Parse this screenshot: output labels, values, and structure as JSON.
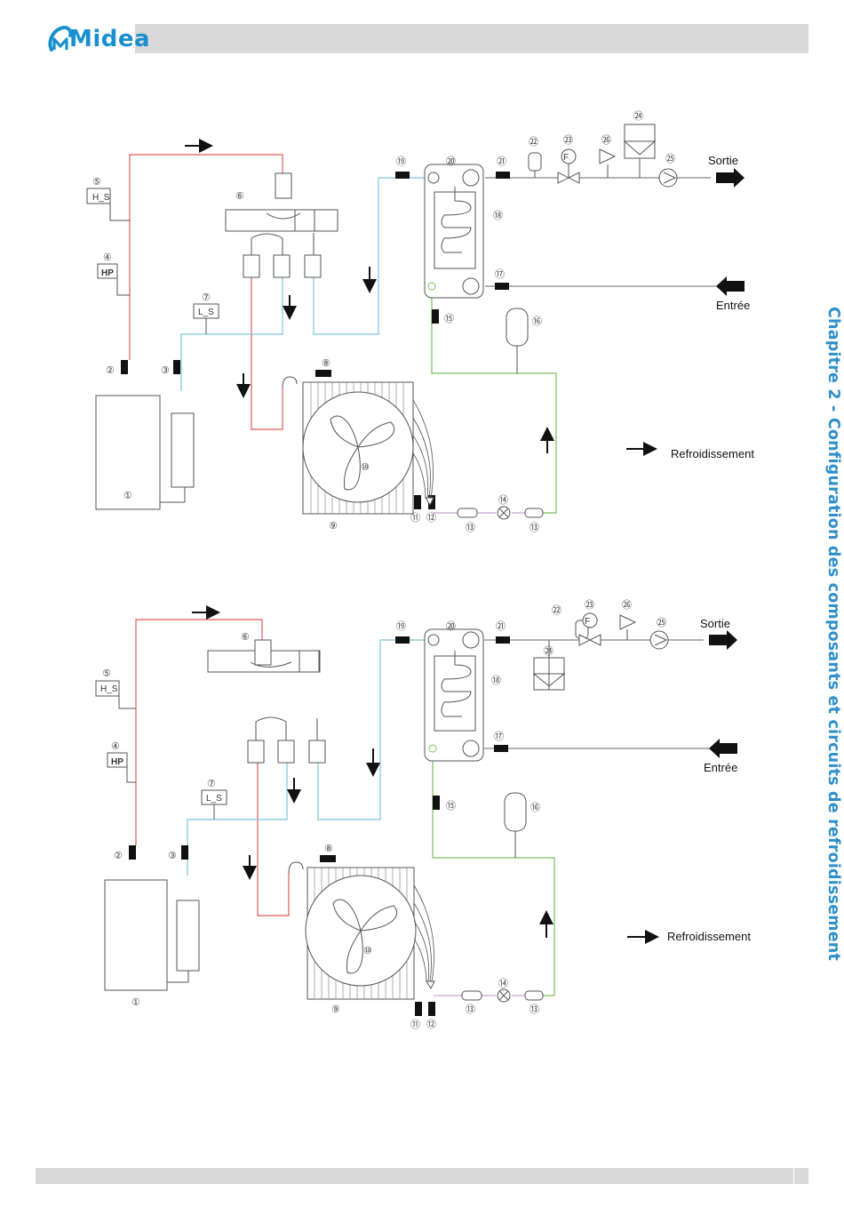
{
  "brand": {
    "logo": "Midea"
  },
  "side_title": "Chapitre 2 - Configuration des composants et circuits de refroidissement",
  "colors": {
    "accent": "#2f8fc9",
    "discharge": "#e05a5a",
    "suction": "#7ec3df",
    "water": "#7cbf5e",
    "bar": "#d9d9d9"
  },
  "diagram1": {
    "labels": {
      "sortie": "Sortie",
      "entree": "Entrée",
      "legend": "Refroidissement"
    },
    "sensors": {
      "h_s": "H_S",
      "hp": "HP",
      "l_s": "L_S"
    },
    "numbers": {
      "n1": "①",
      "n2": "②",
      "n3": "③",
      "n4": "④",
      "n5": "⑤",
      "n6": "⑥",
      "n7": "⑦",
      "n8": "⑧",
      "n9": "⑨",
      "n10": "⑩",
      "n11": "⑪",
      "n12": "⑫",
      "n13a": "⑬",
      "n13b": "⑬",
      "n14": "⑭",
      "n15": "⑮",
      "n16": "⑯",
      "n17": "⑰",
      "n18": "⑱",
      "n19": "⑲",
      "n20": "⑳",
      "n21": "㉑",
      "n22": "㉒",
      "n23": "㉓",
      "n24": "㉔",
      "n25": "㉕",
      "n26": "㉖",
      "f": "F"
    }
  },
  "diagram2": {
    "labels": {
      "sortie": "Sortie",
      "entree": "Entrée",
      "legend": "Refroidissement"
    },
    "sensors": {
      "h_s": "H_S",
      "hp": "HP",
      "l_s": "L_S"
    },
    "numbers": {
      "n1": "①",
      "n2": "②",
      "n3": "③",
      "n4": "④",
      "n5": "⑤",
      "n6": "⑥",
      "n7": "⑦",
      "n8": "⑧",
      "n9": "⑨",
      "n10": "⑩",
      "n11": "⑪",
      "n12": "⑫",
      "n13a": "⑬",
      "n13b": "⑬",
      "n14": "⑭",
      "n15": "⑮",
      "n16": "⑯",
      "n17": "⑰",
      "n18": "⑱",
      "n19": "⑲",
      "n20": "⑳",
      "n21": "㉑",
      "n22": "㉒",
      "n23": "㉓",
      "n24": "㉔",
      "n25": "㉕",
      "n26": "㉖",
      "f": "F"
    }
  }
}
